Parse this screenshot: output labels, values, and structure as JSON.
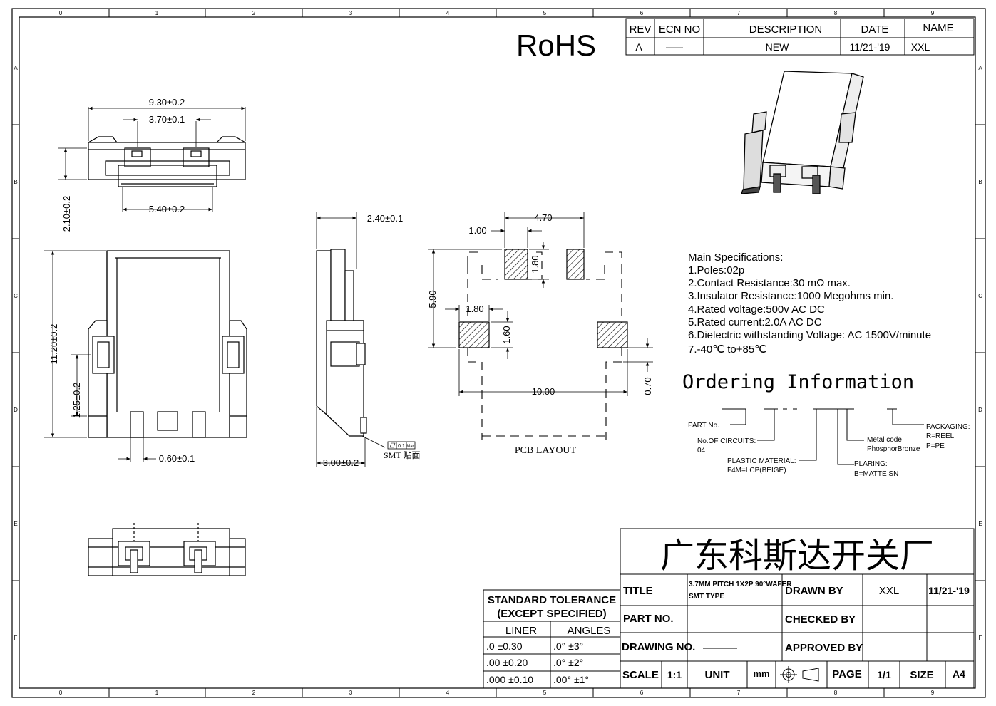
{
  "border": {
    "columns": [
      "0",
      "1",
      "2",
      "3",
      "4",
      "5",
      "6",
      "7",
      "8",
      "9"
    ],
    "rows": [
      "A",
      "B",
      "C",
      "D",
      "E",
      "F"
    ]
  },
  "rohs": "RoHS",
  "revision": {
    "headers": [
      "REV",
      "ECN NO",
      "DESCRIPTION",
      "DATE",
      "NAME"
    ],
    "row": [
      "A",
      "——",
      "NEW",
      "11/21-'19",
      "XXL"
    ]
  },
  "dims": {
    "top_width": "9.30±0.2",
    "top_pitch": "3.70±0.1",
    "top_height": "2.10±0.2",
    "top_inner": "5.40±0.2",
    "front_height": "11.20±0.2",
    "front_lower": "1.25±0.2",
    "pin_width": "0.60±0.1",
    "side_top": "2.40±0.1",
    "side_bottom": "3.00±0.2",
    "flatness": "0.1",
    "flatness_max": "Max",
    "smt_label": "SMT 贴面"
  },
  "pcb": {
    "d_470": "4.70",
    "d_100": "1.00",
    "d_180v": "1.80",
    "d_590": "5.90",
    "d_180h": "1.80",
    "d_160": "1.60",
    "d_1000": "10.00",
    "d_070": "0.70",
    "label": "PCB LAYOUT"
  },
  "specs": {
    "heading": "Main Specifications:",
    "items": [
      "1.Poles:02p",
      "2.Contact Resistance:30 mΩ max.",
      "3.Insulator Resistance:1000 Megohms min.",
      "4.Rated voltage:500v AC DC",
      "5.Rated current:2.0A AC DC",
      "6.Dielectric withstanding Voltage: AC 1500V/minute",
      "7.-40℃ to+85℃"
    ]
  },
  "ordering": {
    "title": "Ordering Information",
    "part_no": "PART No.",
    "circuits": "No.OF CIRCUITS:",
    "circuits_val": "04",
    "plastic": "PLASTIC MATERIAL:",
    "plastic_val": "F4M=LCP(BEIGE)",
    "metal": "Metal code",
    "metal_val": "PhosphorBronze",
    "plating": "PLARING:",
    "plating_val": "B=MATTE SN",
    "packaging": "PACKAGING:",
    "pack_1": "R=REEL",
    "pack_2": "P=PE"
  },
  "tolerance": {
    "title_1": "STANDARD TOLERANCE",
    "title_2": "(EXCEPT SPECIFIED)",
    "col_1": "LINER",
    "col_2": "ANGLES",
    "rows": [
      [
        ".0   ±0.30",
        ".0°   ±3°"
      ],
      [
        ".00  ±0.20",
        ".0°  ±2°"
      ],
      [
        ".000 ±0.10",
        ".00° ±1°"
      ]
    ]
  },
  "title_block": {
    "company": "广东科斯达开关厂",
    "title_label": "TITLE",
    "title_1": "3.7MM PITCH 1X2P 90°WAFER",
    "title_2": "SMT TYPE",
    "drawn_by": "DRAWN BY",
    "drawn_name": "XXL",
    "drawn_date": "11/21-'19",
    "part_no": "PART NO.",
    "checked_by": "CHECKED BY",
    "drawing_no": "DRAWING NO.",
    "drawing_no_val": "————",
    "approved_by": "APPROVED BY",
    "scale": "SCALE",
    "scale_val": "1:1",
    "unit": "UNIT",
    "unit_val": "mm",
    "page": "PAGE",
    "page_val": "1/1",
    "size": "SIZE",
    "size_val": "A4"
  }
}
